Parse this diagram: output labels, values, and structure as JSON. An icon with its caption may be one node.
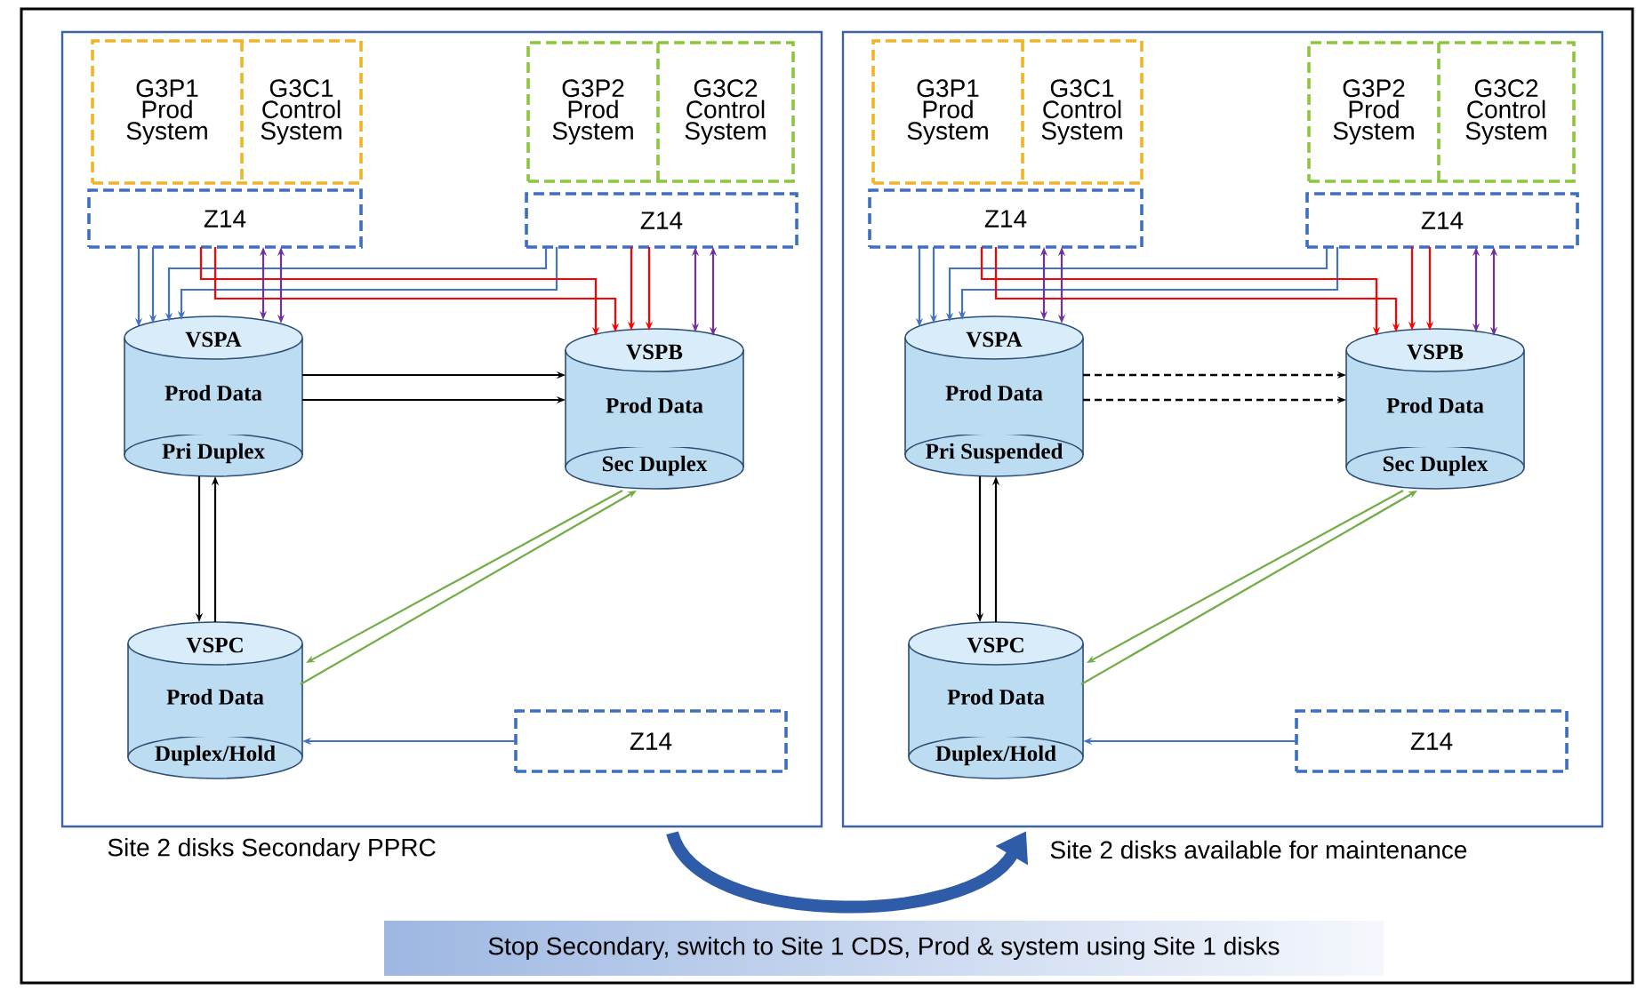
{
  "diagram": {
    "nodes": [
      {
        "text": [],
        "shape": "box",
        "beside": [
          "Site 2 disks Secondary PPRC"
        ]
      },
      {
        "text": [],
        "shape": "box",
        "in": 0
      },
      {
        "text": [
          "G3P1 Prod System"
        ],
        "in": 1
      },
      {
        "text": [
          "G3C1 Control System"
        ],
        "in": 1
      },
      {
        "text": [],
        "shape": "box",
        "in": 0
      },
      {
        "text": [
          "G3P2 Prod System"
        ],
        "in": 4
      },
      {
        "text": [
          "G3C2 Control System"
        ],
        "in": 4
      },
      {
        "text": [
          "Z14"
        ],
        "in": 0
      },
      {
        "text": [
          "Z14"
        ],
        "in": 0
      },
      {
        "text": [
          "VSPA",
          "Prod Data",
          "Pri Duplex"
        ],
        "in": 0
      },
      {
        "text": [
          "VSPB",
          "Prod Data",
          "Sec Duplex"
        ],
        "in": 0
      },
      {
        "text": [
          "VSPC",
          "Prod Data",
          "Duplex/Hold"
        ],
        "in": 0
      },
      {
        "text": [
          "Z14"
        ],
        "in": 0
      },
      {
        "text": [],
        "shape": "box",
        "beside": [
          "Site 2 disks available for maintenance"
        ]
      },
      {
        "text": [],
        "shape": "box",
        "in": 13
      },
      {
        "text": [
          "G3P1 Prod System"
        ],
        "in": 14
      },
      {
        "text": [
          "G3C1 Control System"
        ],
        "in": 14
      },
      {
        "text": [],
        "shape": "box",
        "in": 13
      },
      {
        "text": [
          "G3P2 Prod System"
        ],
        "in": 17
      },
      {
        "text": [
          "G3C2 Control System"
        ],
        "in": 17
      },
      {
        "text": [
          "Z14"
        ],
        "in": 13
      },
      {
        "text": [
          "Z14"
        ],
        "in": 13
      },
      {
        "text": [
          "VSPA",
          "Prod Data",
          "Pri Suspended"
        ],
        "in": 13
      },
      {
        "text": [
          "VSPB",
          "Prod Data",
          "Sec Duplex"
        ],
        "in": 13
      },
      {
        "text": [
          "VSPC",
          "Prod Data",
          "Duplex/Hold"
        ],
        "in": 13
      },
      {
        "text": [
          "Z14"
        ],
        "in": 13
      },
      {
        "text": [
          "Stop Secondary, switch to Site 1 CDS, Prod & system using Site 1 disks"
        ]
      }
    ],
    "edges": [
      {
        "from": 7,
        "to": 9,
        "arrow": "to",
        "color": "#4472c4"
      },
      {
        "from": 7,
        "to": 9,
        "arrow": "to",
        "color": "#4472c4"
      },
      {
        "from": 8,
        "to": 9,
        "arrow": "to",
        "color": "#4472c4"
      },
      {
        "from": 8,
        "to": 9,
        "arrow": "to",
        "color": "#4472c4"
      },
      {
        "from": 7,
        "to": 10,
        "arrow": "to",
        "color": "#ff0000"
      },
      {
        "from": 7,
        "to": 10,
        "arrow": "to",
        "color": "#ff0000"
      },
      {
        "from": 8,
        "to": 10,
        "arrow": "to",
        "color": "#ff0000"
      },
      {
        "from": 8,
        "to": 10,
        "arrow": "to",
        "color": "#ff0000"
      },
      {
        "from": 7,
        "to": 9,
        "arrow": "both",
        "color": "#7030a0"
      },
      {
        "from": 7,
        "to": 9,
        "arrow": "both",
        "color": "#7030a0"
      },
      {
        "from": 8,
        "to": 10,
        "arrow": "both",
        "color": "#7030a0"
      },
      {
        "from": 8,
        "to": 10,
        "arrow": "both",
        "color": "#7030a0"
      },
      {
        "from": 9,
        "to": 10,
        "arrow": "to",
        "color": "#000000"
      },
      {
        "from": 9,
        "to": 10,
        "arrow": "to",
        "color": "#000000"
      },
      {
        "from": 9,
        "to": 11,
        "arrow": "to",
        "color": "#000000"
      },
      {
        "from": 11,
        "to": 9,
        "arrow": "to",
        "color": "#000000"
      },
      {
        "from": 10,
        "to": 11,
        "arrow": "to",
        "color": "#70ad47"
      },
      {
        "from": 11,
        "to": 10,
        "arrow": "to",
        "color": "#70ad47"
      },
      {
        "from": 12,
        "to": 11,
        "arrow": "to",
        "color": "#4472c4"
      },
      {
        "from": 20,
        "to": 22,
        "arrow": "to",
        "color": "#4472c4"
      },
      {
        "from": 20,
        "to": 22,
        "arrow": "to",
        "color": "#4472c4"
      },
      {
        "from": 21,
        "to": 22,
        "arrow": "to",
        "color": "#4472c4"
      },
      {
        "from": 21,
        "to": 22,
        "arrow": "to",
        "color": "#4472c4"
      },
      {
        "from": 20,
        "to": 23,
        "arrow": "to",
        "color": "#ff0000"
      },
      {
        "from": 20,
        "to": 23,
        "arrow": "to",
        "color": "#ff0000"
      },
      {
        "from": 21,
        "to": 23,
        "arrow": "to",
        "color": "#ff0000"
      },
      {
        "from": 21,
        "to": 23,
        "arrow": "to",
        "color": "#ff0000"
      },
      {
        "from": 20,
        "to": 22,
        "arrow": "both",
        "color": "#7030a0"
      },
      {
        "from": 20,
        "to": 22,
        "arrow": "both",
        "color": "#7030a0"
      },
      {
        "from": 21,
        "to": 23,
        "arrow": "both",
        "color": "#7030a0"
      },
      {
        "from": 21,
        "to": 23,
        "arrow": "both",
        "color": "#7030a0"
      },
      {
        "from": 22,
        "to": 23,
        "arrow": "to",
        "style": "dashed",
        "color": "#000000"
      },
      {
        "from": 22,
        "to": 23,
        "arrow": "to",
        "style": "dashed",
        "color": "#000000"
      },
      {
        "from": 22,
        "to": 24,
        "arrow": "to",
        "color": "#000000"
      },
      {
        "from": 24,
        "to": 22,
        "arrow": "to",
        "color": "#000000"
      },
      {
        "from": 23,
        "to": 24,
        "arrow": "to",
        "color": "#70ad47"
      },
      {
        "from": 24,
        "to": 23,
        "arrow": "to",
        "color": "#70ad47"
      },
      {
        "from": 25,
        "to": 24,
        "arrow": "to",
        "color": "#4472c4"
      },
      {
        "from": 0,
        "to": 13,
        "arrow": "to",
        "style": "thick",
        "color": "#2f5ca8"
      }
    ]
  }
}
